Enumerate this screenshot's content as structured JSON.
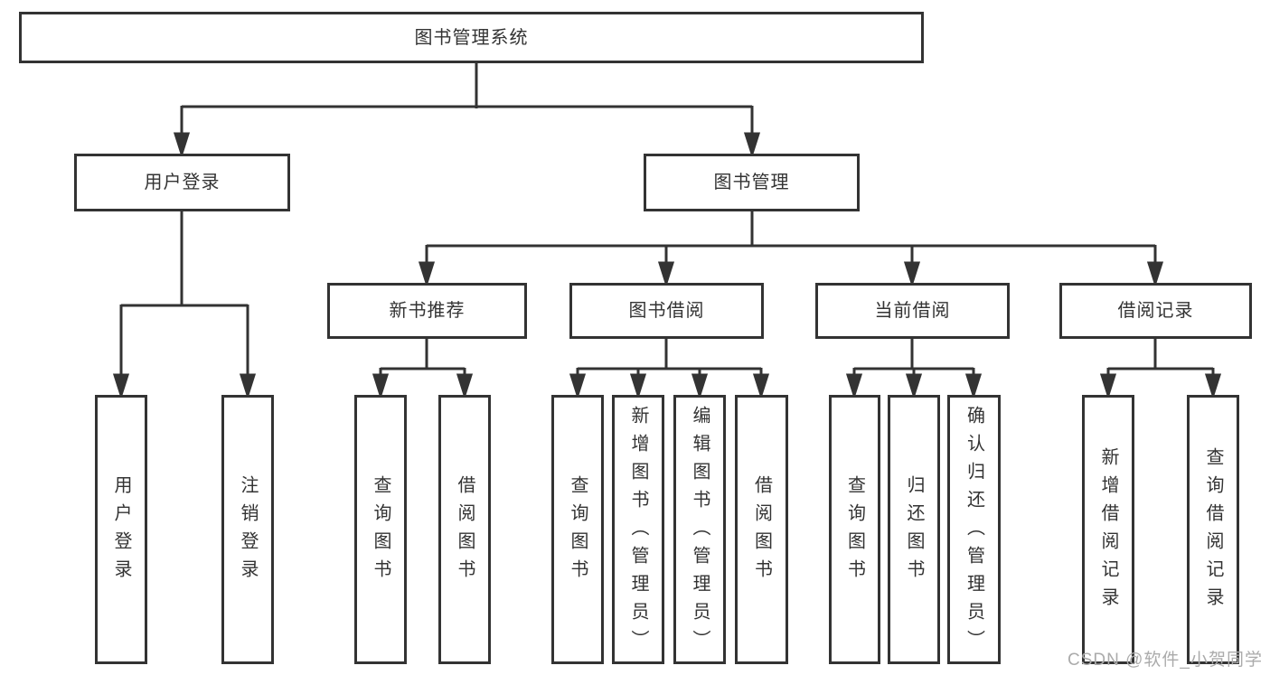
{
  "tree": {
    "root": {
      "label": "图书管理系统",
      "children": [
        {
          "label": "用户登录",
          "children": [
            {
              "label": "用户登录"
            },
            {
              "label": "注销登录"
            }
          ]
        },
        {
          "label": "图书管理",
          "children": [
            {
              "label": "新书推荐",
              "children": [
                {
                  "label": "查询图书"
                },
                {
                  "label": "借阅图书"
                }
              ]
            },
            {
              "label": "图书借阅",
              "children": [
                {
                  "label": "查询图书"
                },
                {
                  "label": "新增图书（管理员）"
                },
                {
                  "label": "编辑图书（管理员）"
                },
                {
                  "label": "借阅图书"
                }
              ]
            },
            {
              "label": "当前借阅",
              "children": [
                {
                  "label": "查询图书"
                },
                {
                  "label": "归还图书"
                },
                {
                  "label": "确认归还（管理员）"
                }
              ]
            },
            {
              "label": "借阅记录",
              "children": [
                {
                  "label": "新增借阅记录"
                },
                {
                  "label": "查询借阅记录"
                }
              ]
            }
          ]
        }
      ]
    }
  },
  "watermark": {
    "text": "CSDN @软件_小贺同学"
  },
  "colors": {
    "line": "#333333",
    "box_border": "#333333",
    "text": "#333333",
    "watermark": "#ababab",
    "background": "#ffffff"
  }
}
